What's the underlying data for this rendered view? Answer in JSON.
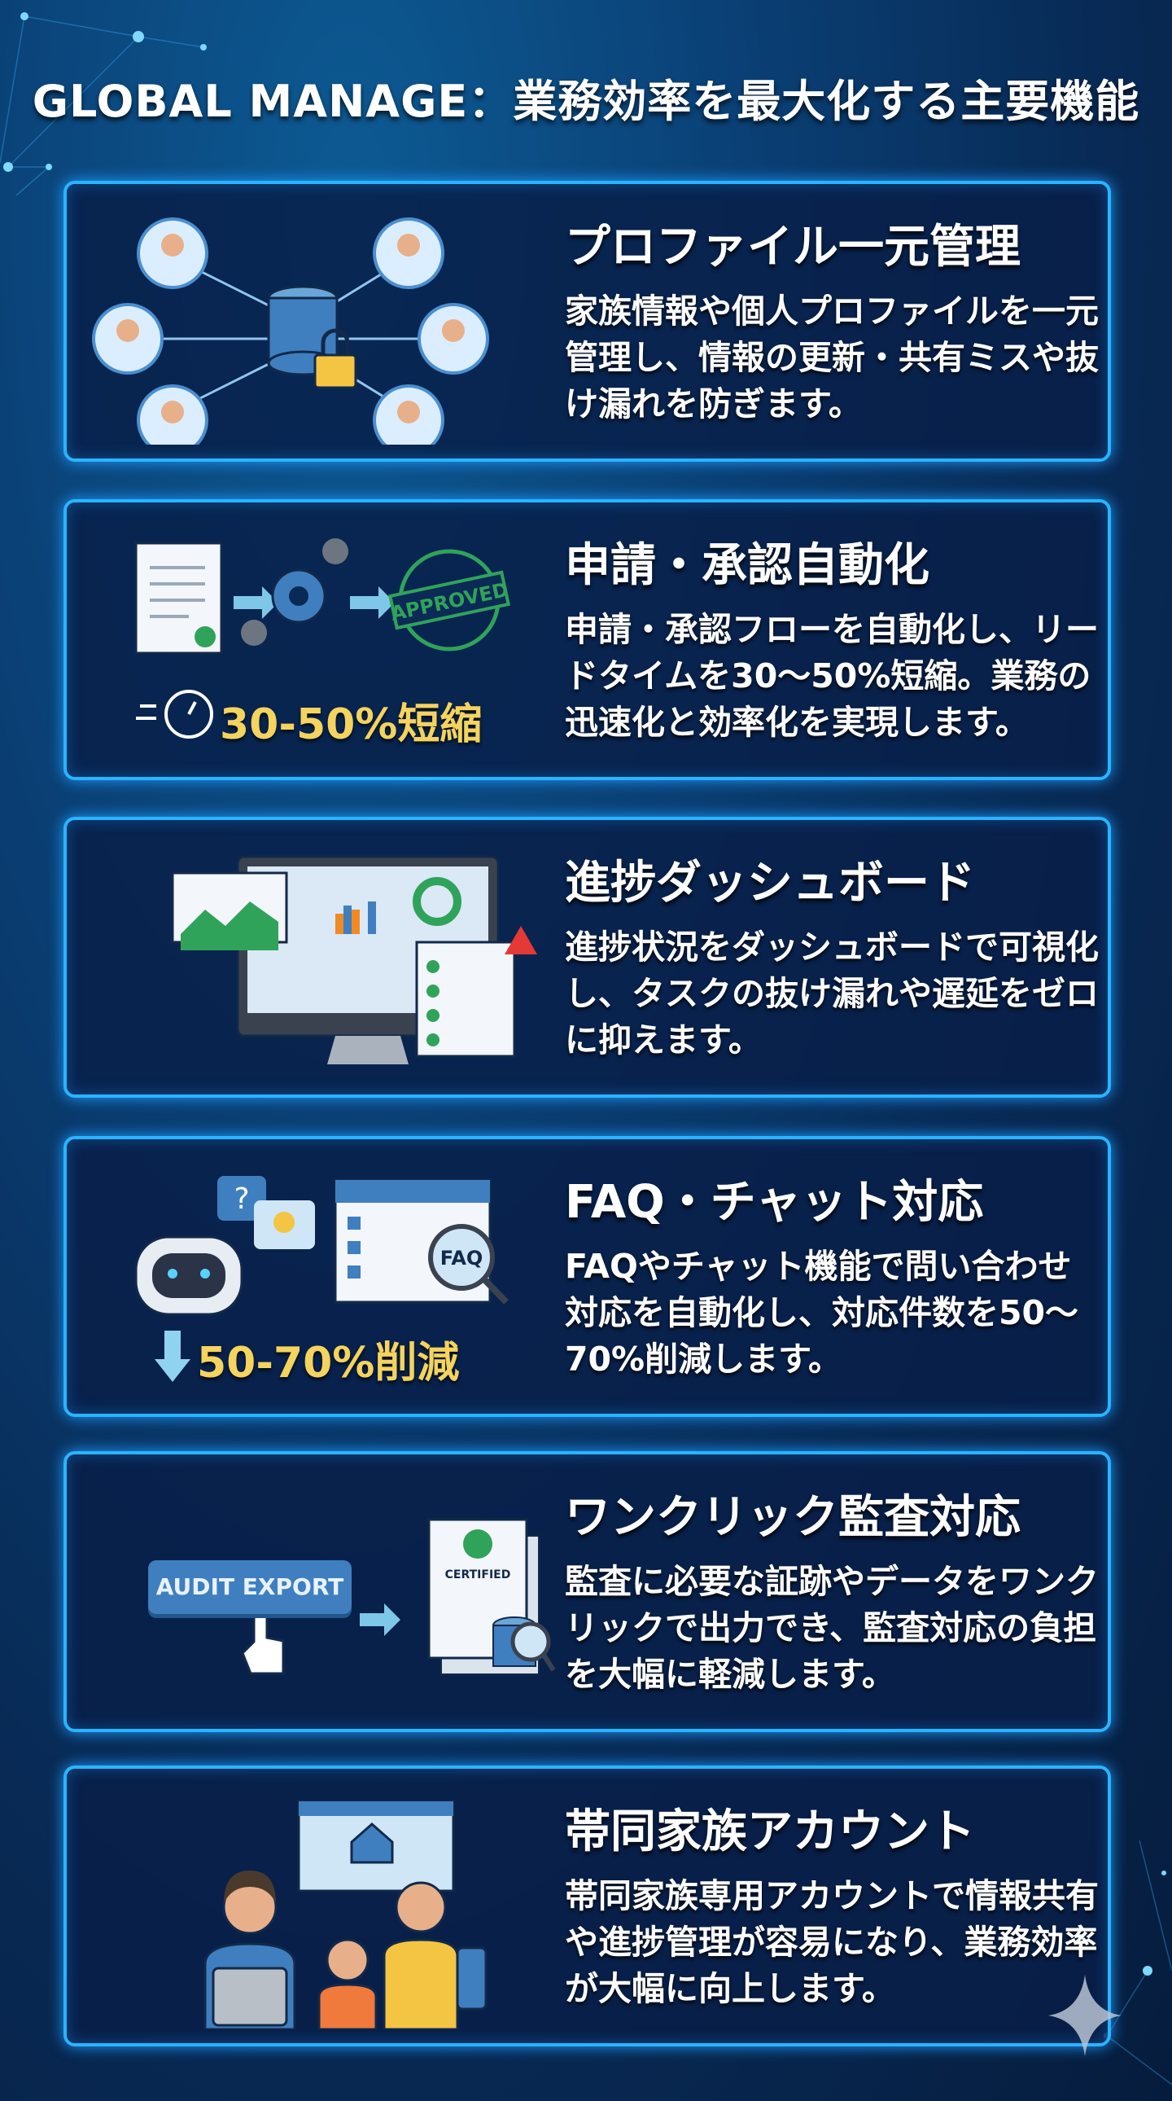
{
  "header": {
    "title": "GLOBAL MANAGE：業務効率を最大化する主要機能"
  },
  "features": [
    {
      "title": "プロファイル一元管理",
      "body": "家族情報や個人プロファイルを一元管理し、情報の更新・共有ミスや抜け漏れを防ぎます。"
    },
    {
      "title": "申請・承認自動化",
      "body": "申請・承認フローを自動化し、リードタイムを30〜50%短縮。業務の迅速化と効率化を実現します。",
      "stat": "30-50%短縮",
      "stamp": "APPROVED"
    },
    {
      "title": "進捗ダッシュボード",
      "body": "進捗状況をダッシュボードで可視化し、タスクの抜け漏れや遅延をゼロに抑えます。"
    },
    {
      "title": "FAQ・チャット対応",
      "body": "FAQやチャット機能で問い合わせ対応を自動化し、対応件数を50〜70%削減します。",
      "stat": "50-70%削減",
      "badge": "FAQ"
    },
    {
      "title": "ワンクリック監査対応",
      "body": "監査に必要な証跡やデータをワンクリックで出力でき、監査対応の負担を大幅に軽減します。",
      "button": "AUDIT EXPORT",
      "doc_label": "CERTIFIED"
    },
    {
      "title": "帯同家族アカウント",
      "body": "帯同家族専用アカウントで情報共有や進捗管理が容易になり、業務効率が大幅に向上します。"
    }
  ],
  "colors": {
    "accent": "#2ab4ff",
    "stat": "#f4d35e",
    "background": "#0a3f74"
  }
}
